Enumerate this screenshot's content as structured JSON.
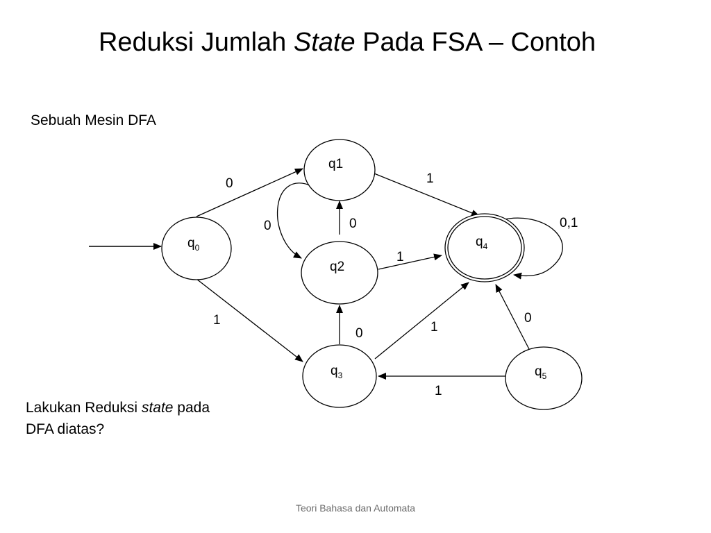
{
  "slide": {
    "title_part1": "Reduksi Jumlah ",
    "title_italic": "State",
    "title_part2": " Pada FSA – Contoh",
    "subtitle": "Sebuah Mesin DFA",
    "question_part1": "Lakukan Reduksi ",
    "question_italic": "state",
    "question_part2": " pada",
    "question_line2": "DFA diatas?",
    "footer": "Teori Bahasa dan Automata"
  },
  "dfa": {
    "states": [
      {
        "id": "q0",
        "label": "q",
        "sub": "0",
        "start": true,
        "final": false
      },
      {
        "id": "q1",
        "label": "q1",
        "sub": "",
        "start": false,
        "final": false
      },
      {
        "id": "q2",
        "label": "q2",
        "sub": "",
        "start": false,
        "final": false
      },
      {
        "id": "q3",
        "label": "q",
        "sub": "3",
        "start": false,
        "final": false
      },
      {
        "id": "q4",
        "label": "q",
        "sub": "4",
        "start": false,
        "final": true
      },
      {
        "id": "q5",
        "label": "q",
        "sub": "5",
        "start": false,
        "final": false
      }
    ],
    "transitions": [
      {
        "from": "q0",
        "to": "q1",
        "label": "0"
      },
      {
        "from": "q0",
        "to": "q3",
        "label": "1"
      },
      {
        "from": "q1",
        "to": "q2",
        "label": "0"
      },
      {
        "from": "q1",
        "to": "q4",
        "label": "1"
      },
      {
        "from": "q2",
        "to": "q1",
        "label": "0"
      },
      {
        "from": "q2",
        "to": "q4",
        "label": "1"
      },
      {
        "from": "q3",
        "to": "q2",
        "label": "0"
      },
      {
        "from": "q3",
        "to": "q4",
        "label": "1"
      },
      {
        "from": "q4",
        "to": "q4",
        "label": "0,1"
      },
      {
        "from": "q5",
        "to": "q4",
        "label": "0"
      },
      {
        "from": "q5",
        "to": "q3",
        "label": "1"
      }
    ]
  }
}
